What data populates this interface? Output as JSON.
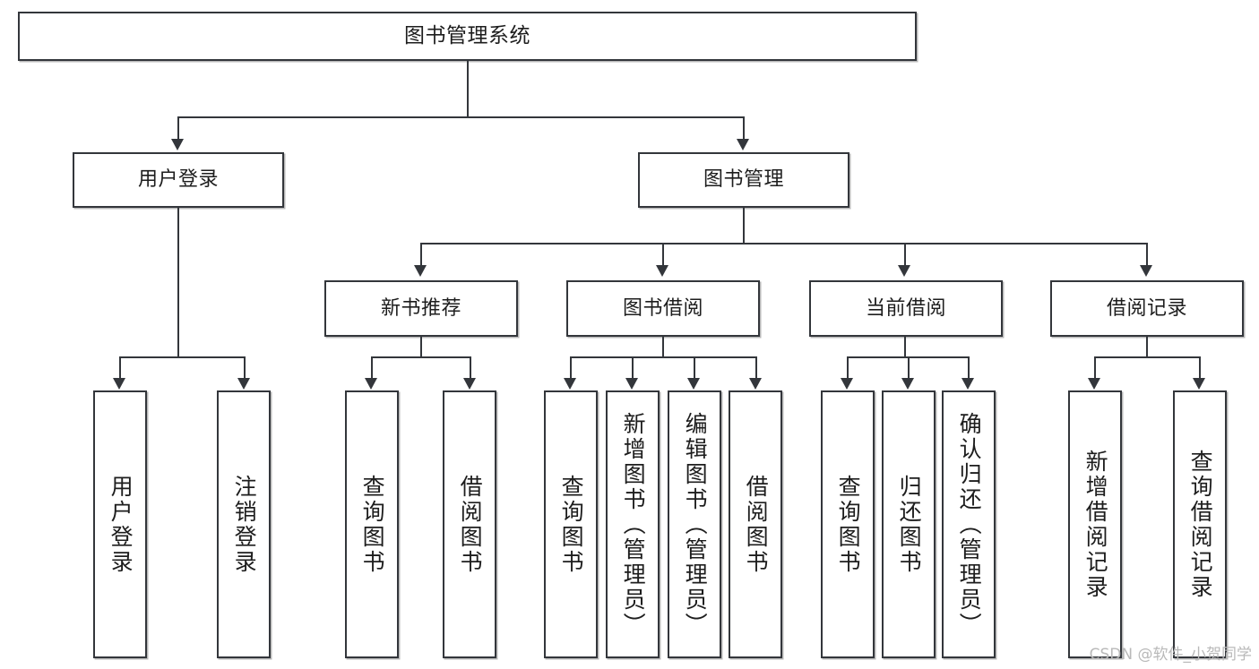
{
  "diagram": {
    "title": "图书管理系统",
    "type": "hierarchy-tree",
    "root": {
      "label": "图书管理系统"
    },
    "level2": [
      {
        "label": "用户登录"
      },
      {
        "label": "图书管理"
      }
    ],
    "level3": [
      {
        "label": "新书推荐"
      },
      {
        "label": "图书借阅"
      },
      {
        "label": "当前借阅"
      },
      {
        "label": "借阅记录"
      }
    ],
    "leaves": {
      "user_login": [
        {
          "label": "用户登录"
        },
        {
          "label": "注销登录"
        }
      ],
      "new_book_recommend": [
        {
          "label": "查询图书"
        },
        {
          "label": "借阅图书"
        }
      ],
      "book_borrow": [
        {
          "label": "查询图书"
        },
        {
          "label": "新增图书（管理员）"
        },
        {
          "label": "编辑图书（管理员）"
        },
        {
          "label": "借阅图书"
        }
      ],
      "current_borrow": [
        {
          "label": "查询图书"
        },
        {
          "label": "归还图书"
        },
        {
          "label": "确认归还（管理员）"
        }
      ],
      "borrow_record": [
        {
          "label": "新增借阅记录"
        },
        {
          "label": "查询借阅记录"
        }
      ]
    }
  },
  "watermark": {
    "text": "CSDN @软件_小贺同学"
  },
  "colors": {
    "stroke": "#33363b",
    "fill": "#ffffff",
    "text": "#1d1d1d",
    "watermark": "#b9b9b9"
  }
}
